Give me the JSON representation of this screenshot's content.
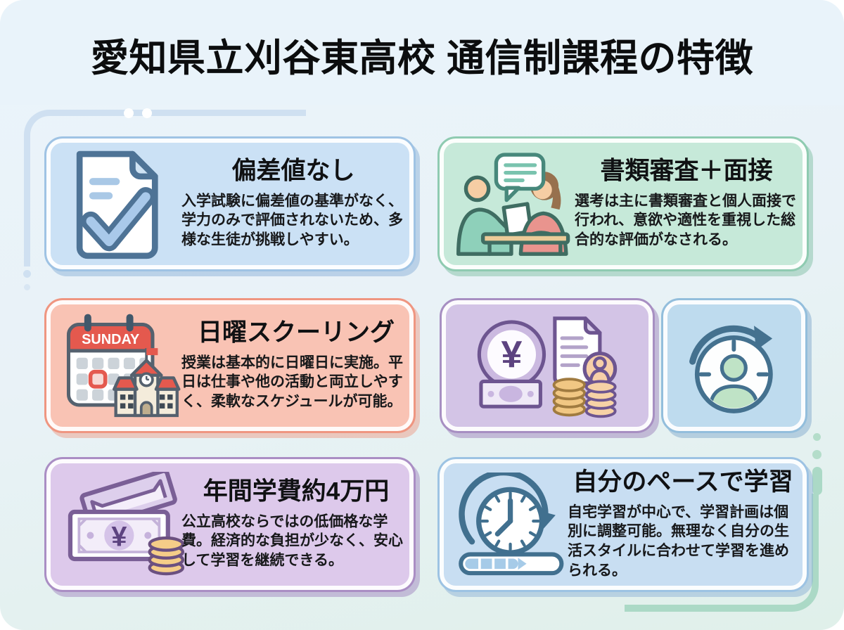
{
  "page": {
    "title": "愛知県立刈谷東高校 通信制課程の特徴"
  },
  "palette": {
    "background_top": "#eaf4fb",
    "background_bottom": "#e0f0ea",
    "card_blue_fill": "#cbe1f5",
    "card_green_fill": "#c6e9d9",
    "card_salmon_fill": "#f9c3b4",
    "card_purple_fill": "#d3c4e6",
    "card_lavender_fill": "#ddc9eb",
    "deco_blue": "#cfe0f1",
    "deco_teal": "#abd9c6",
    "text_color": "#101113"
  },
  "cards": [
    {
      "name": "no-deviation-score",
      "title": "偏差値なし",
      "body": "入学試験に偏差値の基準がなく、学力のみで評価されないため、多様な生徒が挑戦しやすい。",
      "icon": "document-check-icon"
    },
    {
      "name": "document-screening-interview",
      "title": "書類審査＋面接",
      "body": "選考は主に書類審査と個人面接で行われ、意欲や適性を重視した総合的な評価がなされる。",
      "icon": "interview-icon"
    },
    {
      "name": "sunday-schooling",
      "title": "日曜スクーリング",
      "body": "授業は基本的に日曜日に実施。平日は仕事や他の活動と両立しやすく、柔軟なスケジュールが可能。",
      "icon": "sunday-calendar-school-icon",
      "icon_label": "SUNDAY"
    },
    {
      "name": "tuition-money-documents",
      "title": "",
      "body": "",
      "icon": "yen-coin-document-coins-icon",
      "icon_symbol": "¥"
    },
    {
      "name": "self-paced-person",
      "title": "",
      "body": "",
      "icon": "person-clock-rotate-icon"
    },
    {
      "name": "annual-tuition",
      "title": "年間学費約4万円",
      "body": "公立高校ならではの低価格な学費。経済的な負担が少なく、安心して学習を継続できる。",
      "icon": "yen-banknotes-coins-icon",
      "icon_symbol": "¥"
    },
    {
      "name": "self-paced-learning",
      "title": "自分のペースで学習",
      "body": "自宅学習が中心で、学習計画は個別に調整可能。無理なく自分の生活スタイルに合わせて学習を進められる。",
      "icon": "clock-progress-icon"
    }
  ]
}
